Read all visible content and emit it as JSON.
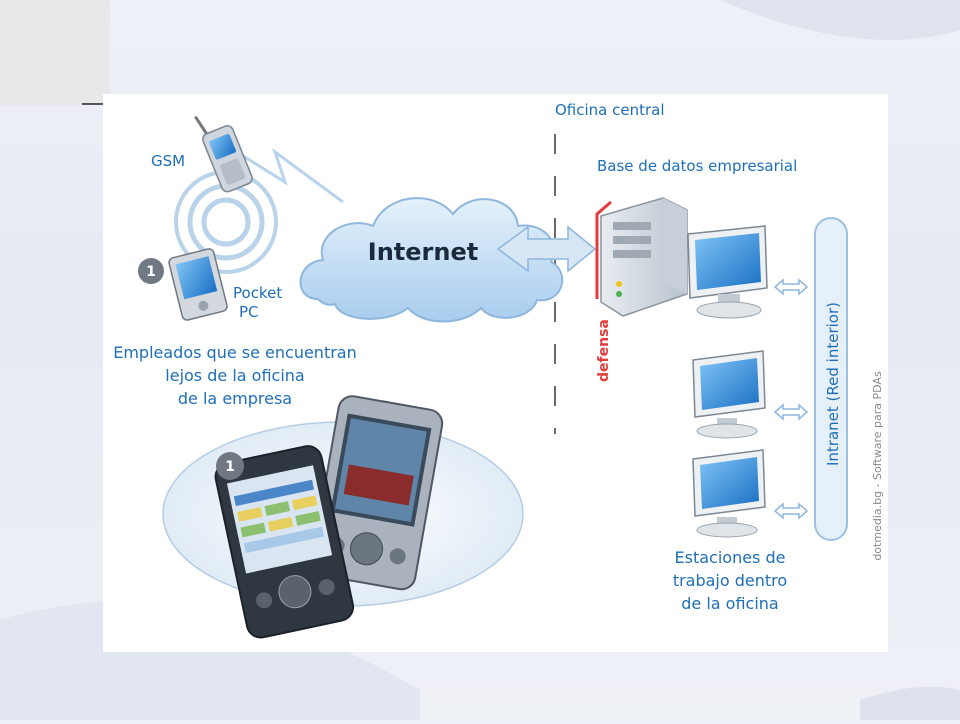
{
  "diagram": {
    "office_header": "Oficina central",
    "gsm_label": "GSM",
    "pocket_label_line1": "Pocket",
    "pocket_label_line2": "PC",
    "badge_number": "1",
    "internet_label": "Internet",
    "remote_caption": [
      "Empleados que se encuentran",
      "lejos de la oficina",
      "de la empresa"
    ],
    "database_label": "Base de datos empresarial",
    "firewall_label": "defensa",
    "intranet_label": "Intranet (Red interior)",
    "workstations_caption": [
      "Estaciones de",
      "trabajo dentro",
      "de la oficina"
    ],
    "watermark": "dotmedia.bg - Software para PDAs"
  },
  "colors": {
    "label_blue": "#1f6fb8",
    "cloud_blue": "#bcd9f2",
    "cloud_stroke": "#8fb6dc",
    "firewall_red": "#e53c3c",
    "arrow_fill": "#d6e6f5",
    "intranet_fill": "#e6f0fa",
    "watermark_gray": "#8a8a8a"
  }
}
